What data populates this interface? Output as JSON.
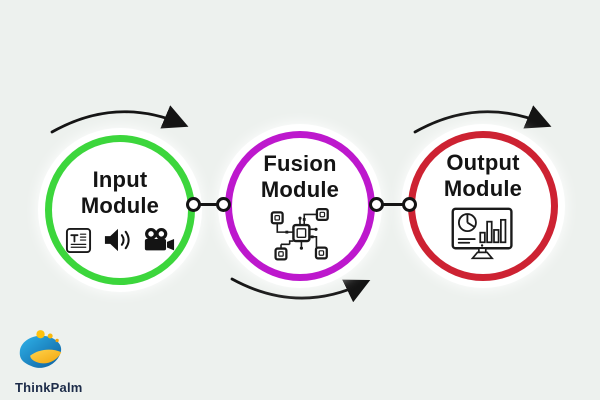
{
  "canvas": {
    "background_color": "#edf1ee",
    "text_color": "#141414"
  },
  "diagram": {
    "title_implicit": "",
    "modules": [
      {
        "label_top": "Input",
        "label_bottom": "Module",
        "ring_color": "#3cd63c",
        "icons": [
          "text-document-icon",
          "audio-speaker-icon",
          "video-camera-icon"
        ]
      },
      {
        "label_top": "Fusion",
        "label_bottom": "Module",
        "ring_color": "#bd18cd",
        "icons": [
          "fusion-network-chip-icon"
        ]
      },
      {
        "label_top": "Output",
        "label_bottom": "Module",
        "ring_color": "#cd2232",
        "icons": [
          "analytics-monitor-icon"
        ]
      }
    ],
    "flow_arrows": [
      {
        "position": "top-left",
        "direction": "left-to-right"
      },
      {
        "position": "bottom-center",
        "direction": "left-to-right"
      },
      {
        "position": "top-right",
        "direction": "left-to-right"
      }
    ],
    "connectors": [
      {
        "from": "Input Module",
        "to": "Fusion Module"
      },
      {
        "from": "Fusion Module",
        "to": "Output Module"
      }
    ]
  },
  "logo": {
    "text": "ThinkPalm",
    "text_color": "#1d2c49",
    "blue": "#1796d3",
    "blue_dark": "#0d5e9e",
    "yellow": "#ffc20e",
    "orange": "#f2a50c"
  }
}
